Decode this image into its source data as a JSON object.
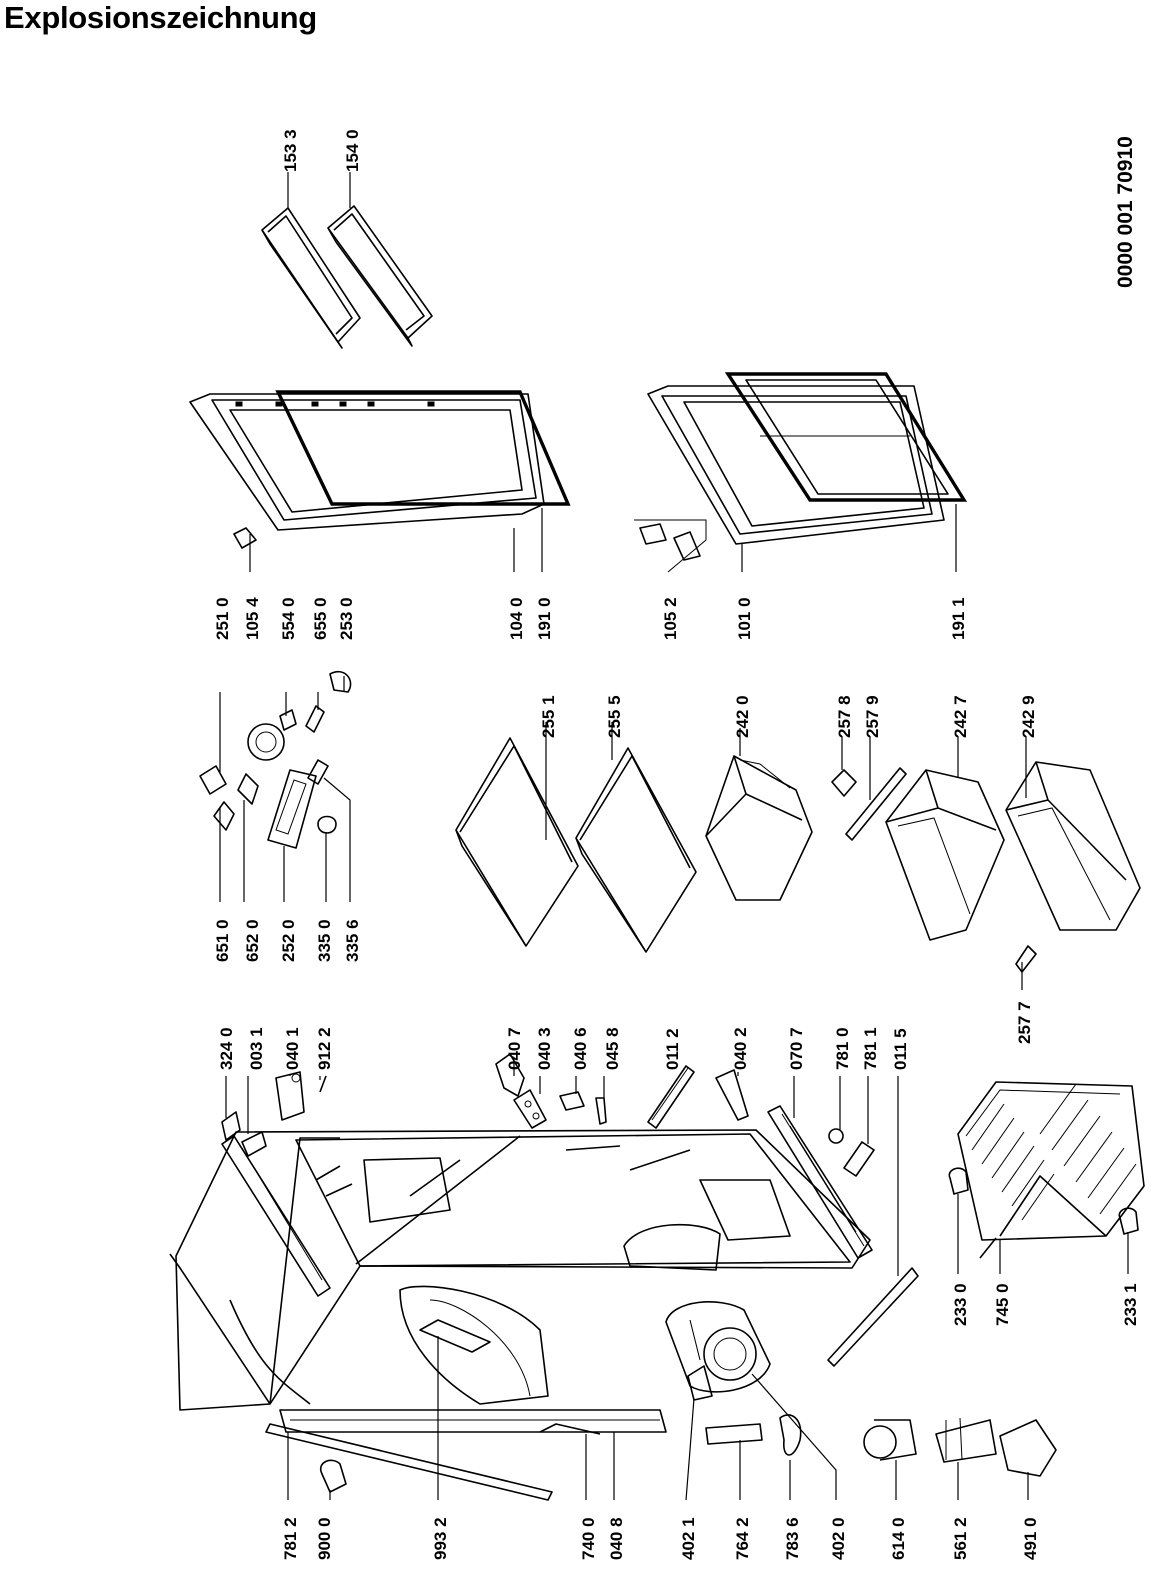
{
  "title": "Explosionszeichnung",
  "document_number": "0000 001 70910",
  "part_labels": [
    "153 3",
    "154 0",
    "104 0",
    "191 0",
    "105 2",
    "101 0",
    "191 1",
    "251 0",
    "105 4",
    "554 0",
    "655 0",
    "253 0",
    "255 1",
    "255 5",
    "242 0",
    "257 8",
    "257 9",
    "242 7",
    "242 9",
    "651 0",
    "652 0",
    "252 0",
    "335 0",
    "335 6",
    "324 0",
    "003 1",
    "040 1",
    "912 2",
    "040 7",
    "040 3",
    "040 6",
    "045 8",
    "011 2",
    "040 2",
    "070 7",
    "781 0",
    "781 1",
    "011 5",
    "257 7",
    "233 0",
    "745 0",
    "233 1",
    "781 2",
    "900 0",
    "993 2",
    "740 0",
    "040 8",
    "402 1",
    "764 2",
    "783 6",
    "402 0",
    "614 0",
    "561 2",
    "491 0"
  ]
}
